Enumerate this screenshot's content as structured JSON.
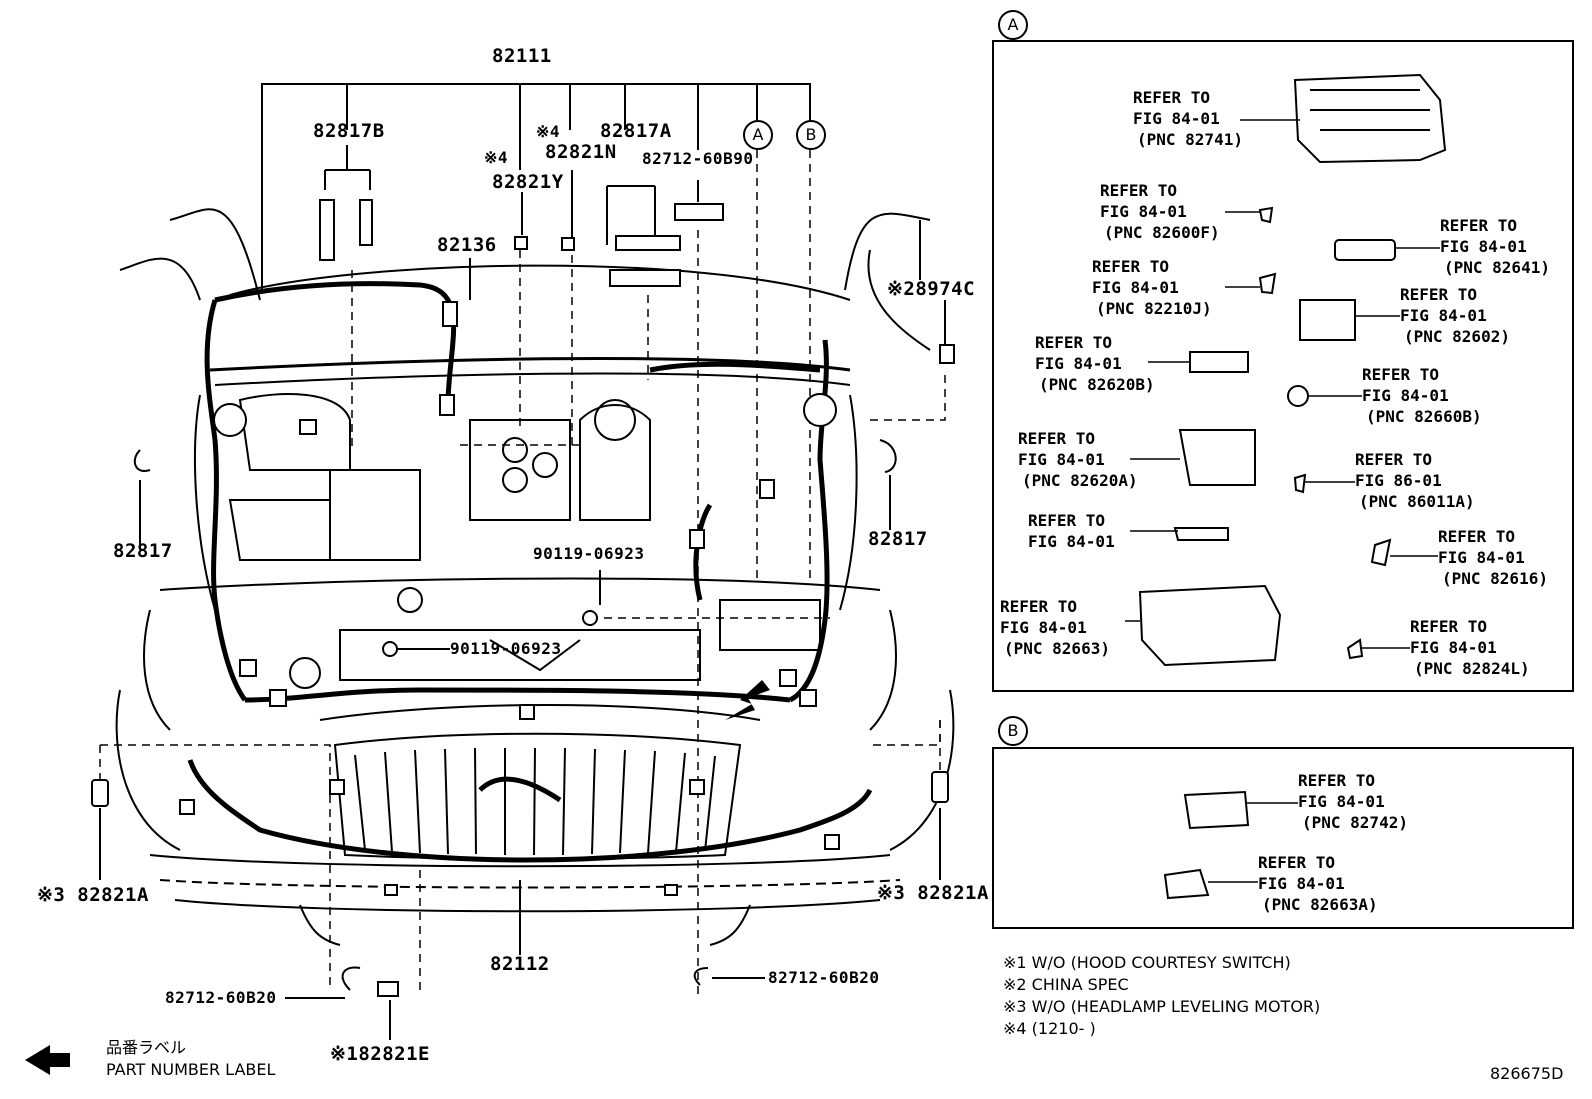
{
  "diagram": {
    "drawing_number": "826675D",
    "part_label_jp": "品番ラベル",
    "part_label_en": "PART NUMBER LABEL",
    "callouts": {
      "p82111": "82111",
      "p82817B": "82817B",
      "p82817A": "82817A",
      "p82821N": "82821N",
      "p82821Y": "82821Y",
      "p82712_60B90": "82712-60B90",
      "p82136": "82136",
      "p28974C": "※28974C",
      "p82817_left": "82817",
      "p82817_right": "82817",
      "p90119_a": "90119-06923",
      "p90119_b": "90119-06923",
      "p82821A_left": "※3 82821A",
      "p82821A_right": "※3 82821A",
      "p82112": "82112",
      "p82712_60B20_left": "82712-60B20",
      "p82712_60B20_right": "82712-60B20",
      "p82821E": "※182821E",
      "note4a": "※4",
      "note4b": "※4",
      "circleA": "A",
      "circleB": "B"
    },
    "panel_a": {
      "badge": "A",
      "refs": [
        {
          "l1": "REFER TO",
          "l2": "FIG 84-01",
          "l3": "(PNC 82741)"
        },
        {
          "l1": "REFER TO",
          "l2": "FIG 84-01",
          "l3": "(PNC 82600F)"
        },
        {
          "l1": "REFER TO",
          "l2": "FIG 84-01",
          "l3": "(PNC 82641)"
        },
        {
          "l1": "REFER TO",
          "l2": "FIG 84-01",
          "l3": "(PNC 82210J)"
        },
        {
          "l1": "REFER TO",
          "l2": "FIG 84-01",
          "l3": "(PNC 82602)"
        },
        {
          "l1": "REFER TO",
          "l2": "FIG 84-01",
          "l3": "(PNC 82620B)"
        },
        {
          "l1": "REFER TO",
          "l2": "FIG 84-01",
          "l3": "(PNC 82660B)"
        },
        {
          "l1": "REFER TO",
          "l2": "FIG 84-01",
          "l3": "(PNC 82620A)"
        },
        {
          "l1": "REFER TO",
          "l2": "FIG 86-01",
          "l3": "(PNC 86011A)"
        },
        {
          "l1": "REFER TO",
          "l2": "FIG 84-01",
          "l3": ""
        },
        {
          "l1": "REFER TO",
          "l2": "FIG 84-01",
          "l3": "(PNC 82616)"
        },
        {
          "l1": "REFER TO",
          "l2": "FIG 84-01",
          "l3": "(PNC 82663)"
        },
        {
          "l1": "REFER TO",
          "l2": "FIG 84-01",
          "l3": "(PNC 82824L)"
        }
      ]
    },
    "panel_b": {
      "badge": "B",
      "refs": [
        {
          "l1": "REFER TO",
          "l2": "FIG 84-01",
          "l3": "(PNC 82742)"
        },
        {
          "l1": "REFER TO",
          "l2": "FIG 84-01",
          "l3": "(PNC 82663A)"
        }
      ]
    },
    "legend": [
      "※1 W/O (HOOD COURTESY SWITCH)",
      "※2 CHINA SPEC",
      "※3 W/O (HEADLAMP LEVELING MOTOR)",
      "※4 (1210-        )"
    ]
  }
}
